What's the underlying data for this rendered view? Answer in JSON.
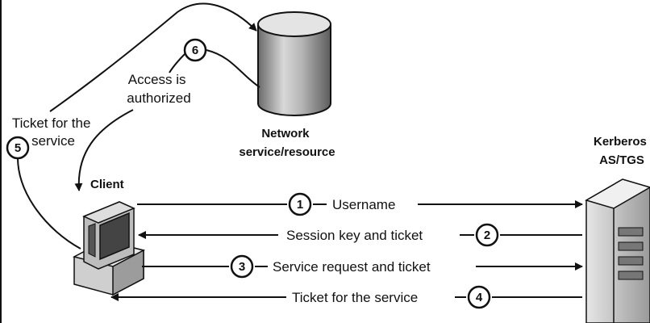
{
  "nodes": {
    "network_label": [
      "Network",
      "service/resource"
    ],
    "client_label": "Client",
    "kerberos_label": [
      "Kerberos",
      "AS/TGS"
    ]
  },
  "steps": [
    {
      "num": "1",
      "label": "Username"
    },
    {
      "num": "2",
      "label": "Session key and ticket"
    },
    {
      "num": "3",
      "label": "Service request and ticket"
    },
    {
      "num": "4",
      "label": "Ticket for the service"
    },
    {
      "num": "5",
      "label": [
        "Ticket for the",
        "service"
      ]
    },
    {
      "num": "6",
      "label": [
        "Access is",
        "authorized"
      ]
    }
  ]
}
